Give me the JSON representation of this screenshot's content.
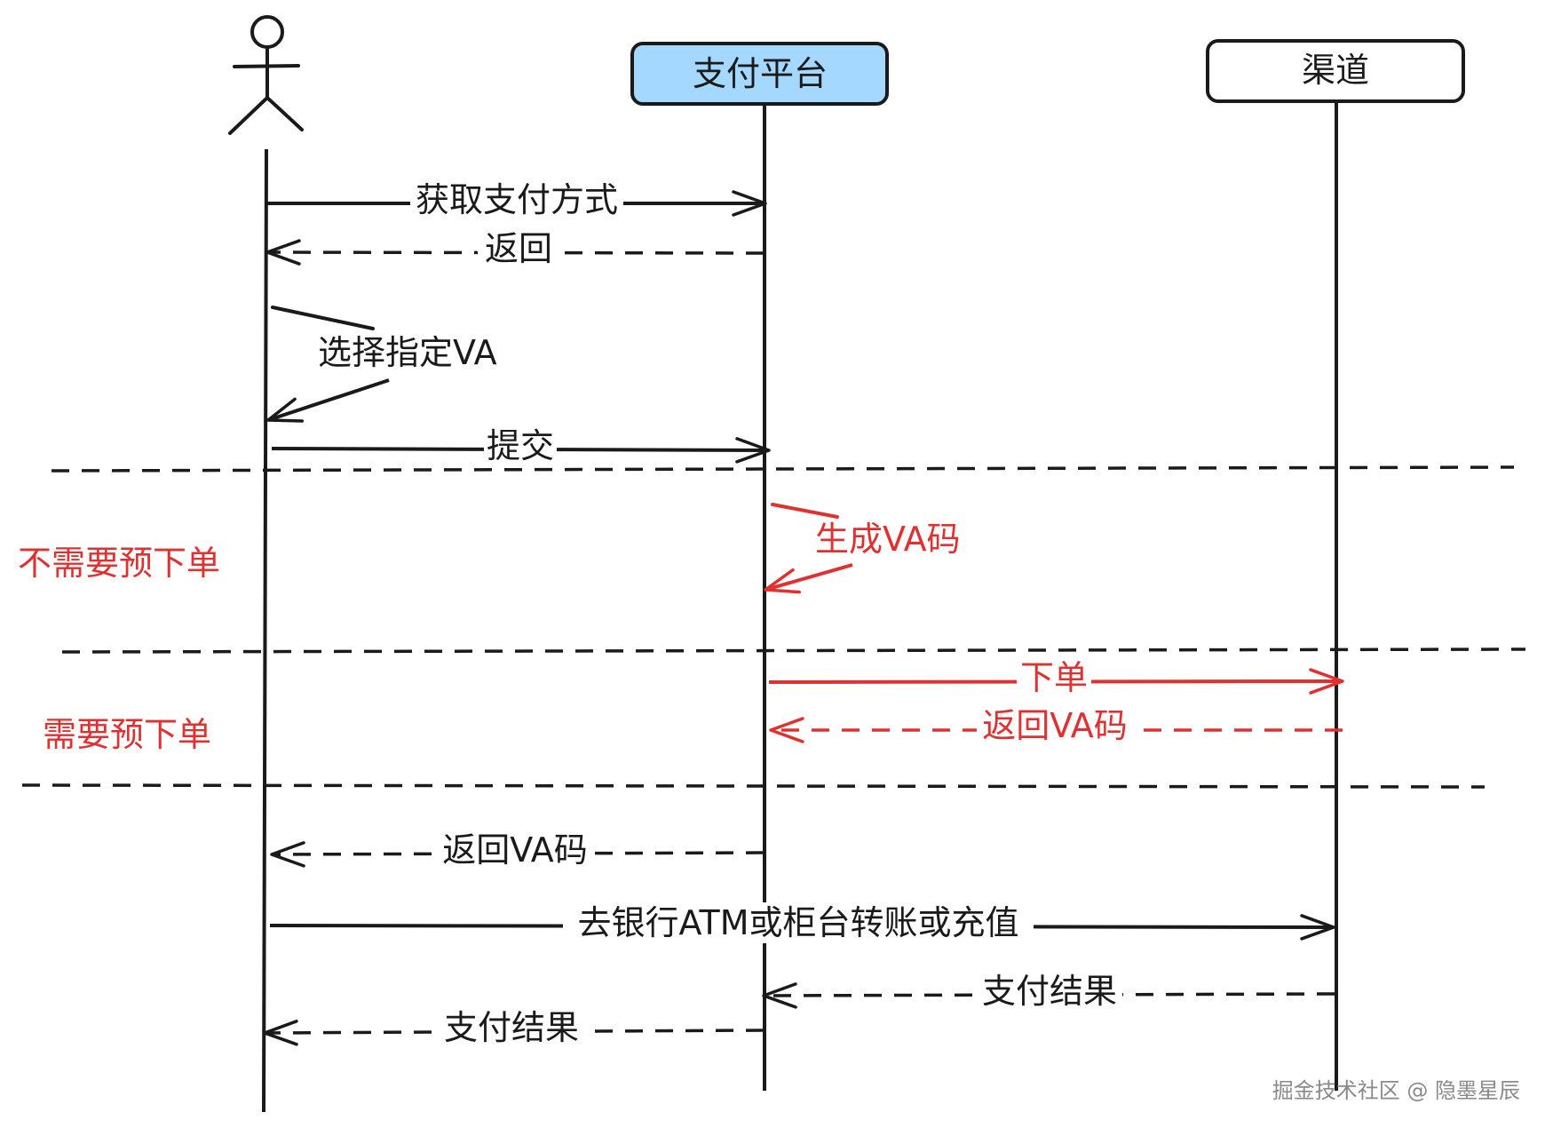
{
  "participants": {
    "user": {
      "icon": "stick-figure-icon"
    },
    "platform": {
      "label": "支付平台",
      "fill": "#a5d8ff"
    },
    "channel": {
      "label": "渠道",
      "fill": "#ffffff"
    }
  },
  "messages": [
    {
      "label": "获取支付方式",
      "style": "solid"
    },
    {
      "label": "返回",
      "style": "dashed"
    },
    {
      "label": "选择指定VA",
      "style": "self"
    },
    {
      "label": "提交",
      "style": "solid"
    },
    {
      "label": "生成VA码",
      "style": "self",
      "color": "#e03131"
    },
    {
      "label": "下单",
      "style": "solid",
      "color": "#e03131"
    },
    {
      "label": "返回VA码",
      "style": "dashed",
      "color": "#e03131"
    },
    {
      "label": "返回VA码",
      "style": "dashed"
    },
    {
      "label": "去银行ATM或柜台转账或充值",
      "style": "solid"
    },
    {
      "label": "支付结果",
      "style": "dashed"
    },
    {
      "label": "支付结果",
      "style": "dashed"
    }
  ],
  "sections": [
    {
      "label": "不需要预下单",
      "color": "#e03131"
    },
    {
      "label": "需要预下单",
      "color": "#e03131"
    }
  ],
  "watermark": "掘金技术社区 @ 隐墨星辰",
  "colors": {
    "ink": "#1a1a1a",
    "accent": "#e03131",
    "platform_fill": "#a5d8ff"
  }
}
